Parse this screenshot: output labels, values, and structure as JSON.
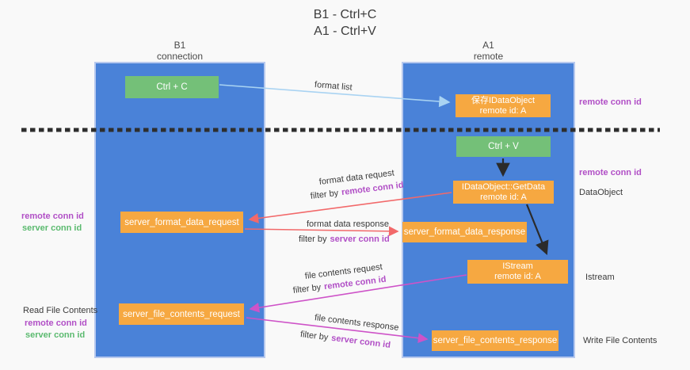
{
  "title": {
    "line1": "B1 - Ctrl+C",
    "line2": "A1 - Ctrl+V"
  },
  "columns": {
    "left": {
      "name": "B1",
      "role": "connection"
    },
    "right": {
      "name": "A1",
      "role": "remote"
    }
  },
  "boxes": {
    "ctrl_c": {
      "label": "Ctrl + C"
    },
    "ctrl_v": {
      "label": "Ctrl + V"
    },
    "save_idataobject": {
      "line1": "保存IDataObject",
      "line2": "remote id: A"
    },
    "getdata": {
      "line1": "IDataObject::GetData",
      "line2": "remote id: A"
    },
    "istream": {
      "line1": "IStream",
      "line2": "remote id: A"
    },
    "format_request": {
      "label": "server_format_data_request"
    },
    "format_response": {
      "label": "server_format_data_response"
    },
    "file_request": {
      "label": "server_file_contents_request"
    },
    "file_response": {
      "label": "server_file_contents_response"
    }
  },
  "arrows": {
    "format_list": {
      "label": "format list"
    },
    "format_data_request": {
      "label": "format data request",
      "filter_prefix": "filter by",
      "filter_key": "remote conn id"
    },
    "format_data_response": {
      "label": "format data response",
      "filter_prefix": "filter by",
      "filter_key": "server conn id"
    },
    "file_contents_request": {
      "label": "file contents request",
      "filter_prefix": "filter by",
      "filter_key": "remote conn id"
    },
    "file_contents_response": {
      "label": "file contents response",
      "filter_prefix": "filter by",
      "filter_key": "server conn id"
    }
  },
  "side_labels": {
    "right_remote_conn_top": "remote conn id",
    "right_remote_conn_mid": "remote conn id",
    "right_dataobject": "DataObject",
    "right_istream": "Istream",
    "right_write_file": "Write File Contents",
    "left_remote_conn_1": "remote conn id",
    "left_server_conn_1": "server conn id",
    "left_read_file": "Read File Contents",
    "left_remote_conn_2": "remote conn id",
    "left_server_conn_2": "server conn id"
  },
  "colors": {
    "column_blue": "#4a82d8",
    "box_orange": "#f6a841",
    "box_green": "#74c078",
    "remote_conn_purple": "#b14fc6",
    "server_conn_green": "#5bba6f",
    "arrow_red": "#f2696a",
    "arrow_magenta": "#ce53c8",
    "arrow_lightblue": "#a9d3f2",
    "arrow_black": "#2b2b2b"
  }
}
